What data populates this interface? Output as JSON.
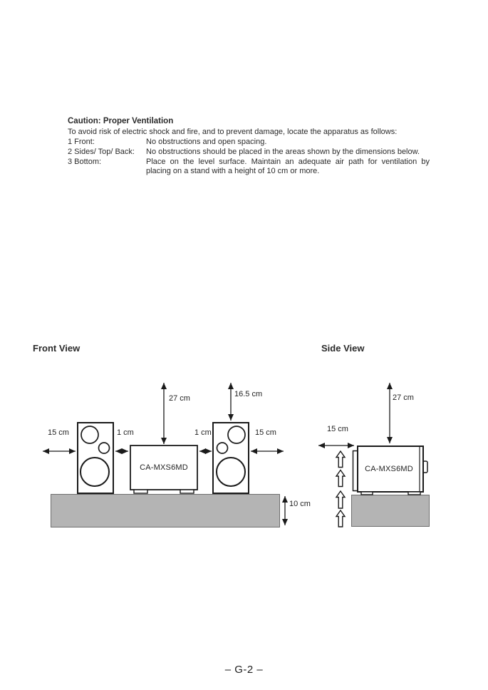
{
  "caution": {
    "title": "Caution: Proper Ventilation",
    "intro": "To avoid risk of electric shock and fire, and to prevent damage, locate the apparatus as follows:",
    "items": [
      {
        "label": "1 Front:",
        "text": "No obstructions and open spacing."
      },
      {
        "label": "2 Sides/ Top/ Back:",
        "text": "No obstructions should be placed in the areas shown by the dimensions below."
      },
      {
        "label": "3 Bottom:",
        "text": "Place on the level surface. Maintain an adequate air path for ventilation by placing on a stand with a height of 10 cm or more."
      }
    ]
  },
  "front_view": {
    "title": "Front View",
    "unit_label": "CA-MXS6MD",
    "dims": {
      "left_side": "15 cm",
      "left_gap": "1 cm",
      "top_center": "27 cm",
      "top_speaker": "16.5 cm",
      "right_gap": "1 cm",
      "right_side": "15 cm",
      "stand_height": "10 cm"
    }
  },
  "side_view": {
    "title": "Side View",
    "unit_label": "CA-MXS6MD",
    "dims": {
      "top": "27 cm",
      "front": "15 cm"
    }
  },
  "footer": {
    "page_number": "– G-2 –"
  },
  "colors": {
    "stand_gray": "#b4b4b4",
    "line_black": "#1a1a1a",
    "text": "#2a2a2a"
  }
}
